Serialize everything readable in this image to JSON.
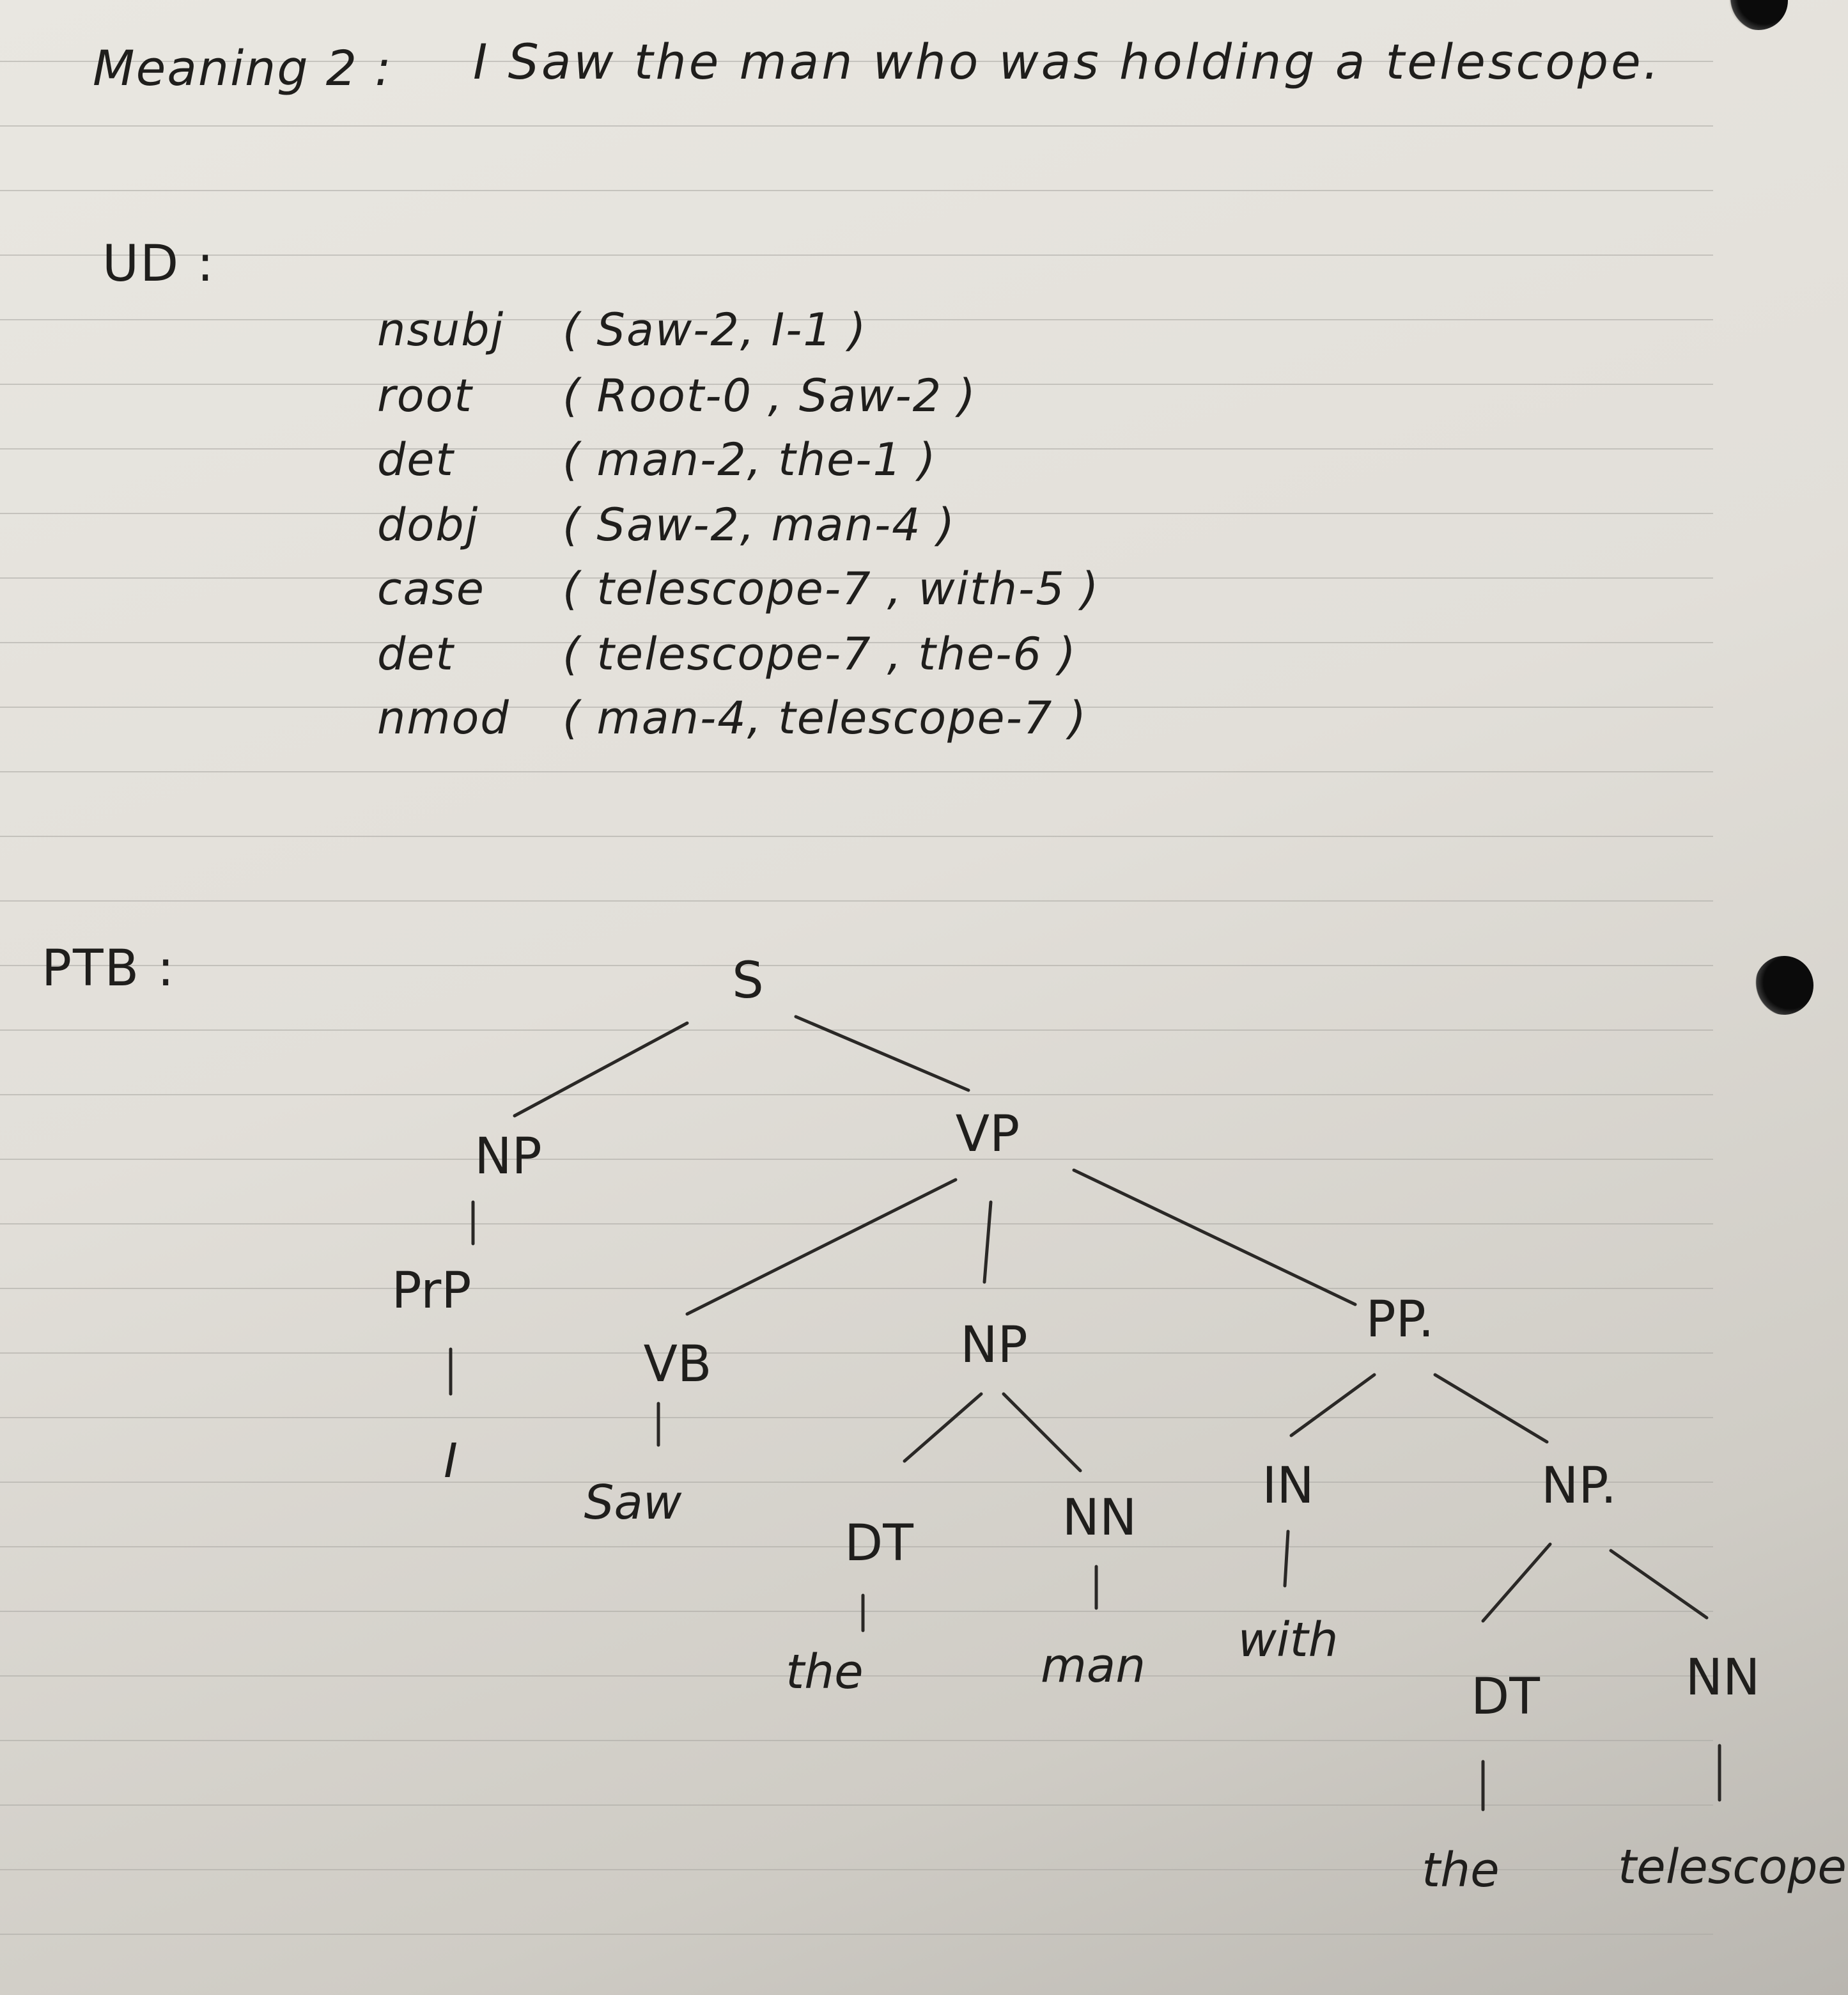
{
  "heading": {
    "label": "Meaning 2 :",
    "sentence": "I Saw the man who was holding a telescope."
  },
  "ud": {
    "label": "UD :",
    "dependencies": [
      {
        "rel": "nsubj",
        "args": "( Saw-2, I-1 )"
      },
      {
        "rel": "root",
        "args": "( Root-0 , Saw-2 )"
      },
      {
        "rel": "det",
        "args": "( man-2, the-1 )"
      },
      {
        "rel": "dobj",
        "args": "( Saw-2, man-4 )"
      },
      {
        "rel": "case",
        "args": "( telescope-7 , with-5 )"
      },
      {
        "rel": "det",
        "args": "( telescope-7 , the-6 )"
      },
      {
        "rel": "nmod",
        "args": "( man-4, telescope-7 )"
      }
    ]
  },
  "ptb": {
    "label": "PTB :",
    "nodes": {
      "s": "S",
      "np_subj": "NP",
      "vp": "VP",
      "prp": "PrP",
      "i": "I",
      "vb": "VB",
      "saw": "Saw",
      "np_obj": "NP",
      "pp": "PP.",
      "dt1": "DT",
      "the1": "the",
      "nn1": "NN",
      "man": "man",
      "in": "IN",
      "with": "with",
      "np_pp": "NP.",
      "dt2": "DT",
      "the2": "the",
      "nn2": "NN",
      "telescope": "telescope"
    }
  }
}
